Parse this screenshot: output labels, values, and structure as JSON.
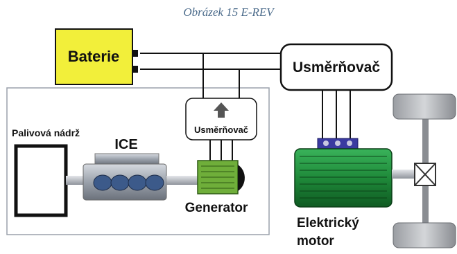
{
  "caption": "Obrázek 15 E-REV",
  "labels": {
    "battery": "Baterie",
    "rectifier_main": "Usměrňovač",
    "rectifier_small": "Usměrňovač",
    "fuel_tank": "Palivová nádrž",
    "ice": "ICE",
    "generator": "Generator",
    "motor_line1": "Elektrický",
    "motor_line2": "motor"
  },
  "colors": {
    "battery": "#f2ef3a",
    "motor": "#1f8a3a",
    "generator": "#6fae3a",
    "connector": "#3a3aa0",
    "engine": "#9ea4ae"
  }
}
